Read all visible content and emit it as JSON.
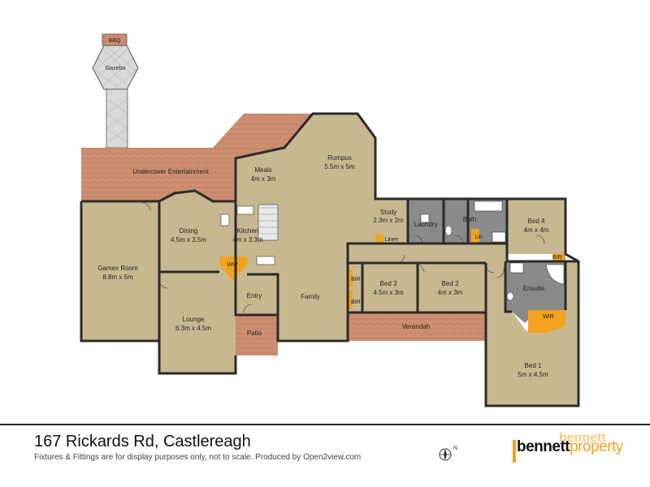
{
  "rooms": {
    "bbq": "BBQ",
    "gazebo": "Gazebo",
    "undercover": "Undercover Entertainment",
    "meals_name": "Meals",
    "meals_size": "4m x 3m",
    "rumpus_name": "Rumpus",
    "rumpus_size": "5.5m x 5m",
    "study_name": "Study",
    "study_size": "2.3m x 2m",
    "laundry": "Laundry",
    "bath": "Bath",
    "lin": "Lin",
    "linen": "Linen",
    "bed4_name": "Bed 4",
    "bed4_size": "4m x 4m",
    "bir": "BIR",
    "games_name": "Games Room",
    "games_size": "8.8m x 5m",
    "dining_name": "Dining",
    "dining_size": "4.5m x 3.5m",
    "kitchen_name": "Kitchen",
    "kitchen_size": "4m x 3.3m",
    "wip": "WIP",
    "entry": "Entry",
    "family": "Family",
    "lounge_name": "Lounge",
    "lounge_size": "6.3m x 4.5m",
    "patio": "Patio",
    "bed3_name": "Bed 3",
    "bed3_size": "4.5m x 3m",
    "bed2_name": "Bed 2",
    "bed2_size": "4m x 3m",
    "ensuite": "Ensuite",
    "wir": "WIR",
    "verandah": "Verandah",
    "bed1_name": "Bed 1",
    "bed1_size": "5m x 4.5m"
  },
  "footer": {
    "address": "167 Rickards Rd, Castlereagh",
    "disclaimer": "Fixtures & Fittings are for display purposes only, not to scale. Produced by Open2view.com",
    "compass_letter": "N"
  },
  "logo": {
    "part1": "bennett",
    "part2": "property",
    "ghost": "bennett"
  },
  "colors": {
    "room_fill": "#c8b88f",
    "wet_area_fill": "#8a8a8a",
    "storage_fill": "#f2a21e",
    "brick": "#c98a6b",
    "wall": "#2b2b2b"
  }
}
